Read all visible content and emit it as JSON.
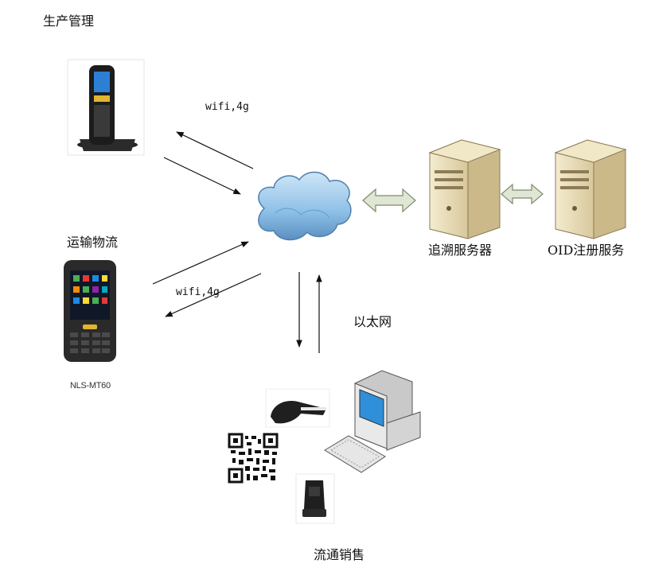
{
  "labels": {
    "production": "生产管理",
    "logistics": "运输物流",
    "trace_server": "追溯服务器",
    "oid_service": "OID注册服务",
    "ethernet": "以太网",
    "sales": "流通销售",
    "link_top": "wifi,4g",
    "link_mid": "wifi,4g",
    "device_model": "NLS-MT60"
  },
  "colors": {
    "cloud_fill": "#8fc3e8",
    "cloud_dark": "#5a8fbf",
    "server_body": "#e8dcb5",
    "server_side": "#c9b98a",
    "dbl_arrow": "#c7d2b8",
    "arrow": "#111111"
  },
  "icons": {
    "cloud": "cloud-icon",
    "server": "server-icon",
    "pda": "handheld-terminal-icon",
    "scanner": "barcode-scanner-icon",
    "desktop": "desktop-computer-icon",
    "qr": "qr-code-icon"
  }
}
